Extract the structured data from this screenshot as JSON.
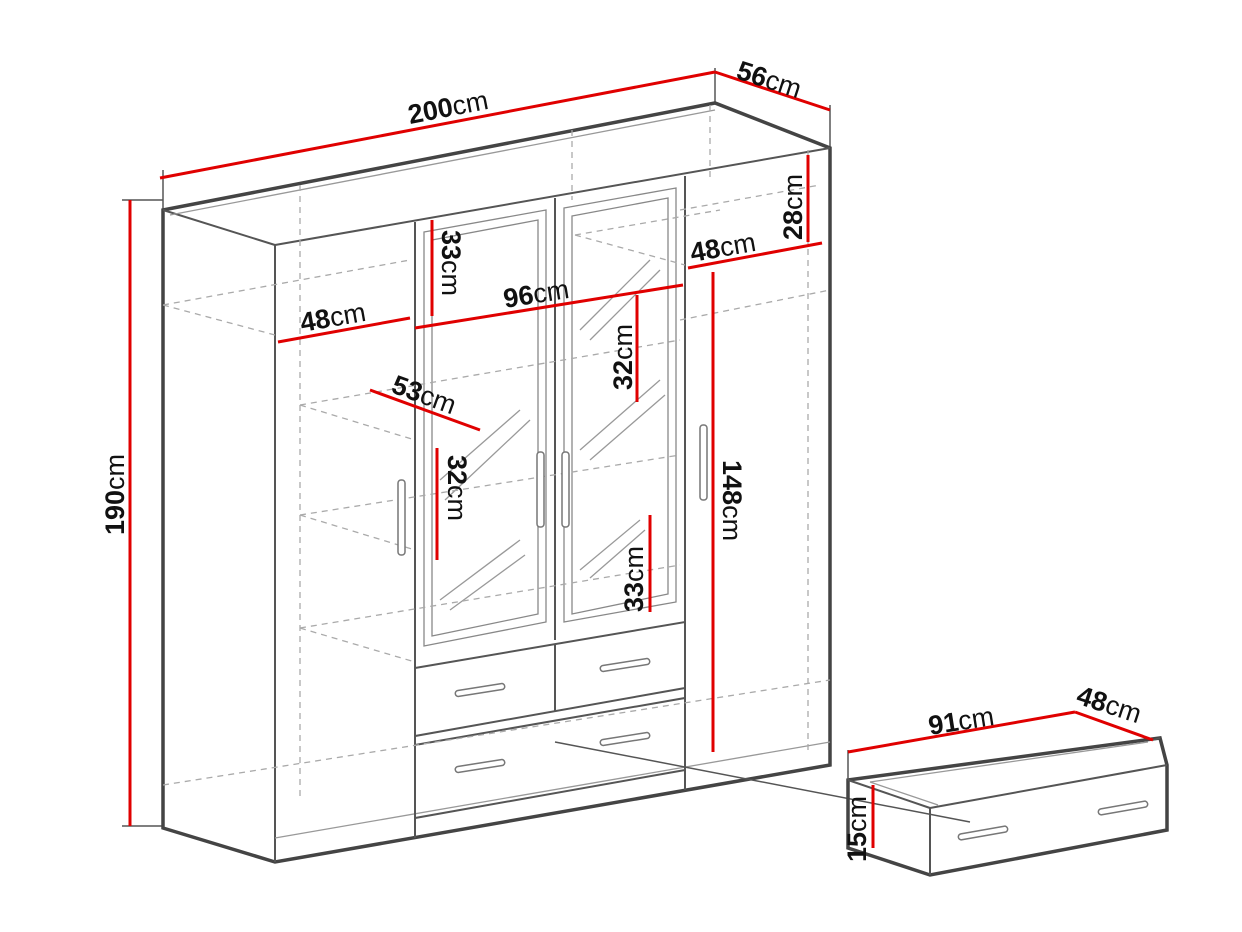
{
  "diagram": {
    "line_color": "#555555",
    "dimension_color": "#e00000",
    "dimensions": [
      {
        "id": "total-width",
        "value": "200",
        "unit": "cm"
      },
      {
        "id": "total-depth",
        "value": "56",
        "unit": "cm"
      },
      {
        "id": "total-height",
        "value": "190",
        "unit": "cm"
      },
      {
        "id": "top-right-shelf-height",
        "value": "28",
        "unit": "cm"
      },
      {
        "id": "top-right-shelf-depth",
        "value": "48",
        "unit": "cm"
      },
      {
        "id": "center-top-compartment-height",
        "value": "33",
        "unit": "cm"
      },
      {
        "id": "center-width",
        "value": "96",
        "unit": "cm"
      },
      {
        "id": "left-shelf-depth",
        "value": "48",
        "unit": "cm"
      },
      {
        "id": "center-right-compartment-height",
        "value": "32",
        "unit": "cm"
      },
      {
        "id": "left-shelf-width",
        "value": "53",
        "unit": "cm"
      },
      {
        "id": "center-left-compartment-height",
        "value": "32",
        "unit": "cm"
      },
      {
        "id": "center-bottom-compartment-height",
        "value": "33",
        "unit": "cm"
      },
      {
        "id": "right-hanging-height",
        "value": "148",
        "unit": "cm"
      },
      {
        "id": "drawer-width",
        "value": "91",
        "unit": "cm"
      },
      {
        "id": "drawer-depth",
        "value": "48",
        "unit": "cm"
      },
      {
        "id": "drawer-height",
        "value": "15",
        "unit": "cm"
      }
    ]
  }
}
